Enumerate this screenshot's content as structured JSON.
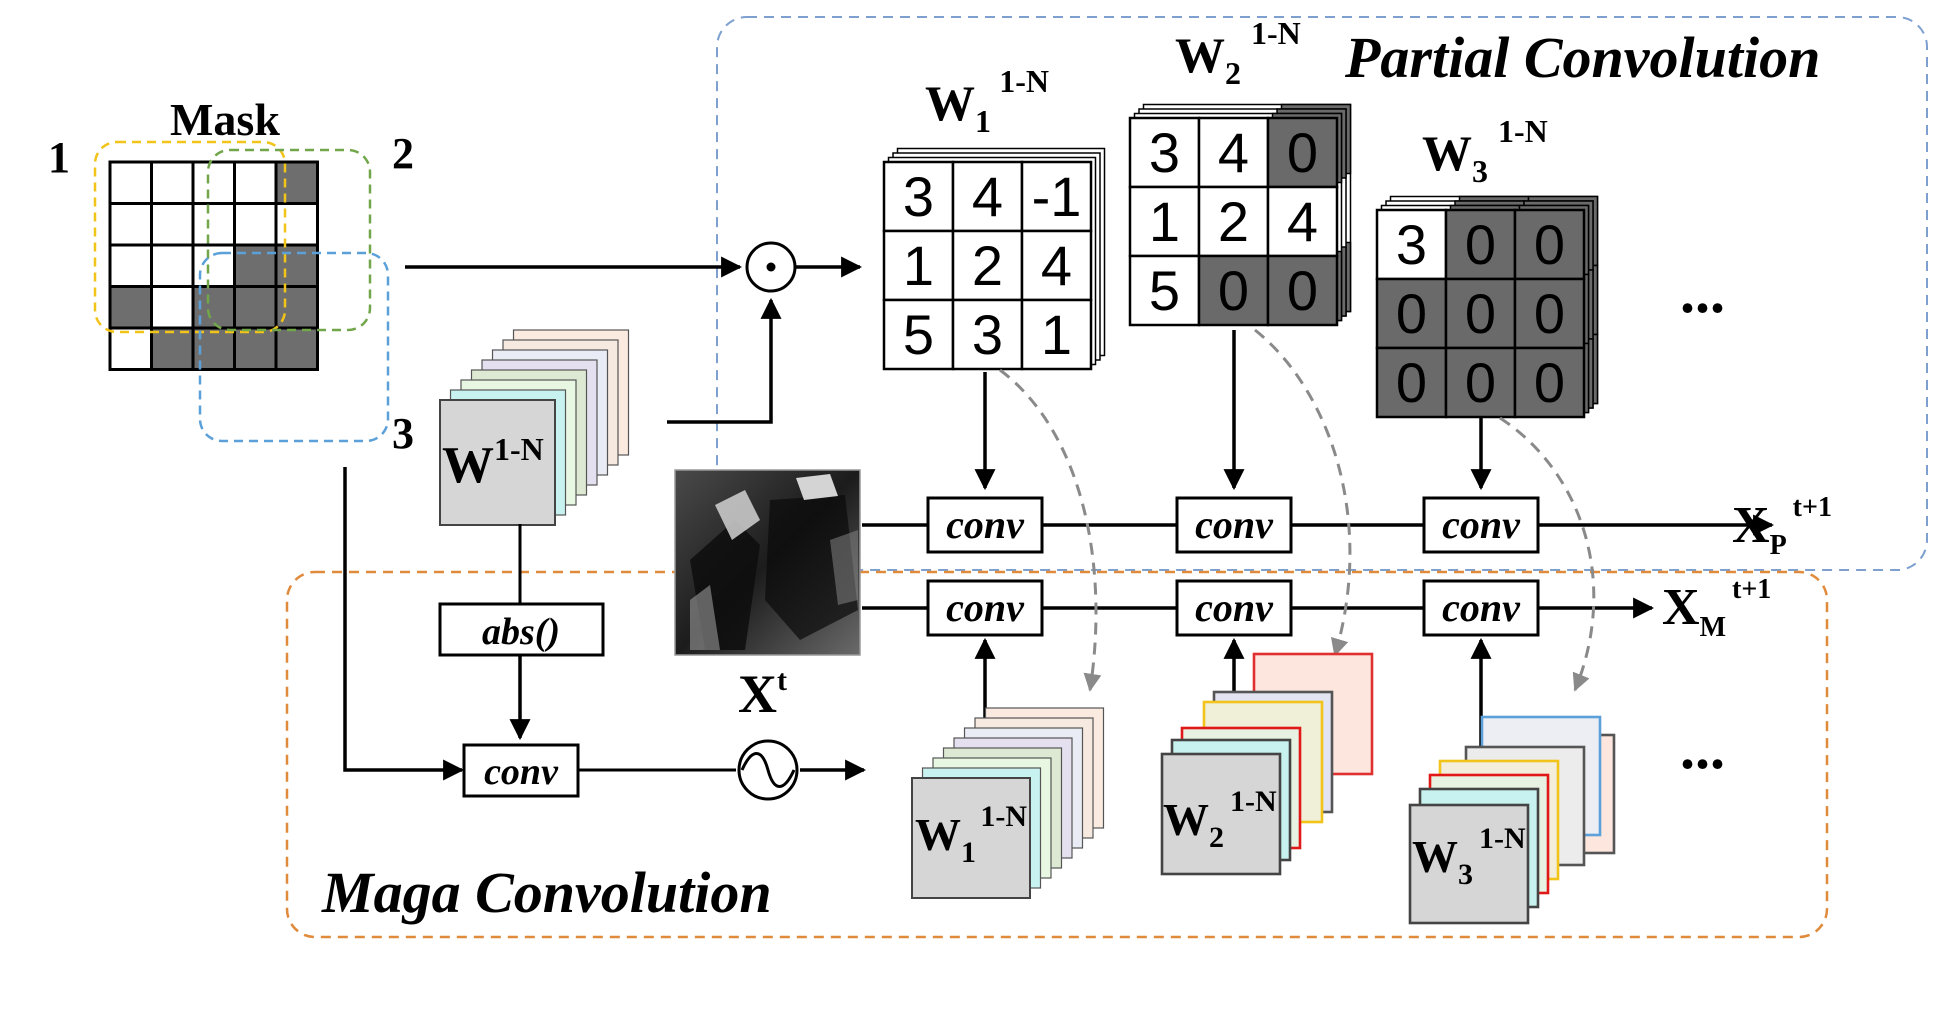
{
  "partial_title": "Partial Convolution",
  "maga_title": "Maga Convolution",
  "mask": {
    "label": "Mask",
    "region1": "1",
    "region2": "2",
    "region3": "3",
    "grid": [
      [
        1,
        1,
        1,
        1,
        0
      ],
      [
        1,
        1,
        1,
        1,
        1
      ],
      [
        1,
        1,
        1,
        0,
        0
      ],
      [
        0,
        1,
        0,
        0,
        0
      ],
      [
        1,
        0,
        0,
        0,
        0
      ]
    ]
  },
  "weights": {
    "main": {
      "base": "W",
      "sup": "1-N"
    },
    "partial": [
      {
        "base": "W",
        "sub": "1",
        "sup": "1-N",
        "values": [
          "3",
          "4",
          "-1",
          "1",
          "2",
          "4",
          "5",
          "3",
          "1"
        ],
        "active": [
          1,
          1,
          1,
          1,
          1,
          1,
          1,
          1,
          1
        ]
      },
      {
        "base": "W",
        "sub": "2",
        "sup": "1-N",
        "values": [
          "3",
          "4",
          "0",
          "1",
          "2",
          "4",
          "5",
          "0",
          "0"
        ],
        "active": [
          1,
          1,
          0,
          1,
          1,
          1,
          1,
          0,
          0
        ]
      },
      {
        "base": "W",
        "sub": "3",
        "sup": "1-N",
        "values": [
          "3",
          "0",
          "0",
          "0",
          "0",
          "0",
          "0",
          "0",
          "0"
        ],
        "active": [
          1,
          0,
          0,
          0,
          0,
          0,
          0,
          0,
          0
        ]
      }
    ],
    "maga": [
      {
        "base": "W",
        "sub": "1",
        "sup": "1-N"
      },
      {
        "base": "W",
        "sub": "2",
        "sup": "1-N"
      },
      {
        "base": "W",
        "sub": "3",
        "sup": "1-N"
      }
    ]
  },
  "ops": {
    "conv": "conv",
    "abs": "abs()"
  },
  "input": {
    "base": "X",
    "sup": "t"
  },
  "outputs": {
    "partial": {
      "base": "X",
      "sub": "P",
      "sup": "t+1"
    },
    "maga": {
      "base": "X",
      "sub": "M",
      "sup": "t+1"
    }
  },
  "ellipsis": "..."
}
